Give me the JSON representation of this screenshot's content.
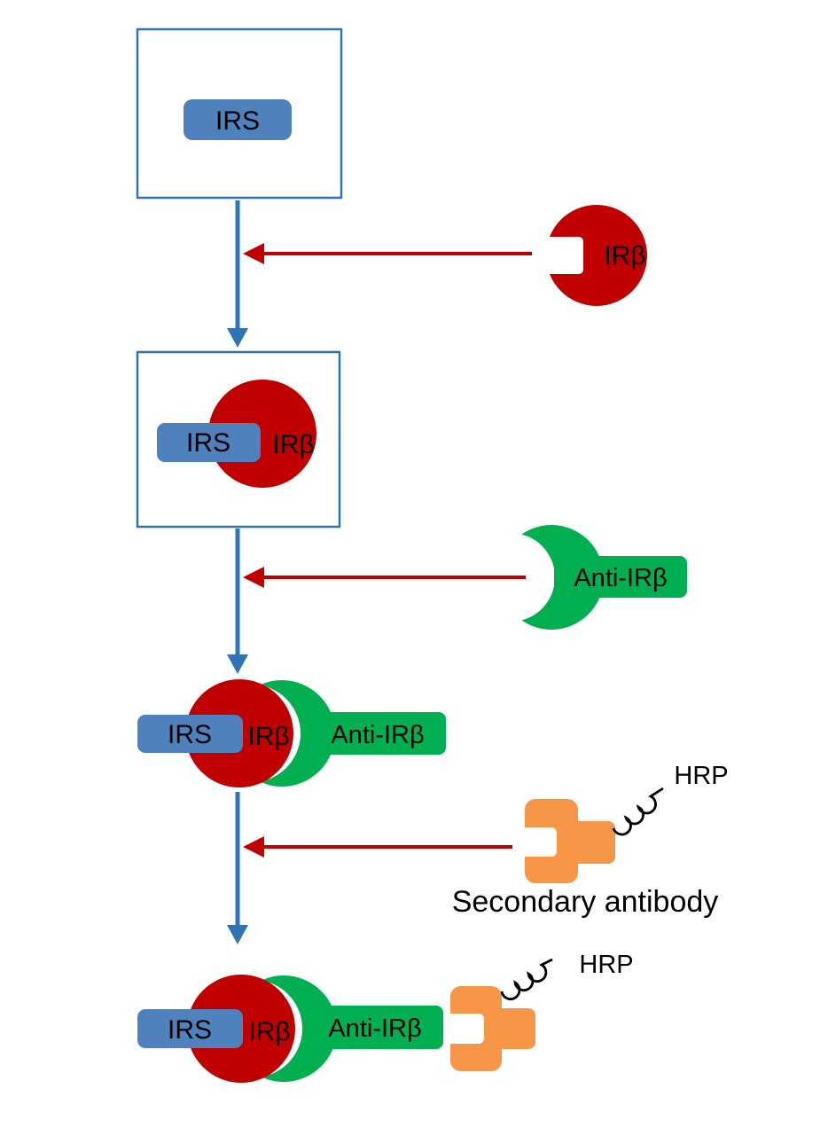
{
  "figure": {
    "type": "assay-procedure-diagram",
    "background": "#FFFFFF"
  },
  "labels": {
    "irs": "IRS",
    "irb": "IRβ",
    "anti_irb": "Anti-IRβ",
    "hrp": "HRP",
    "secondary_antibody": "Secondary antibody"
  },
  "colors": {
    "stage_box_border": "#2E74B5",
    "flow_arrow_blue": "#2E75B6",
    "reagent_arrow_red": "#C00000",
    "irb_red": "#C00000",
    "irs_blue": "#4F81BD",
    "anti_irb_green": "#00B050",
    "secondary_antibody_orange": "#F79646",
    "label_text": "#000000"
  },
  "sequence": {
    "stages": [
      {
        "step": 1,
        "components": [
          "IRS"
        ],
        "boxed": true
      },
      {
        "step": 2,
        "components": [
          "IRS",
          "IRβ"
        ],
        "boxed": true
      },
      {
        "step": 3,
        "components": [
          "IRS",
          "IRβ",
          "Anti-IRβ"
        ],
        "boxed": false
      },
      {
        "step": 4,
        "components": [
          "IRS",
          "IRβ",
          "Anti-IRβ",
          "Secondary antibody",
          "HRP"
        ],
        "boxed": false
      }
    ],
    "additions": [
      {
        "after_stage": 1,
        "reagent": "IRβ"
      },
      {
        "after_stage": 2,
        "reagent": "Anti-IRβ"
      },
      {
        "after_stage": 3,
        "reagent": "Secondary antibody",
        "conjugate": "HRP"
      }
    ]
  }
}
